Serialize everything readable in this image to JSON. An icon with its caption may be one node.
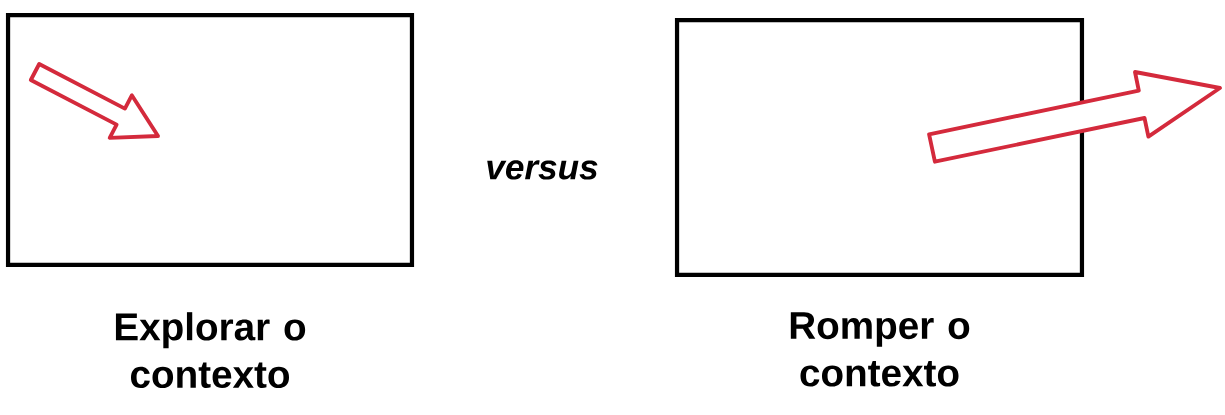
{
  "diagram": {
    "nodes": [
      {
        "text": [
          "Explorar o contexto"
        ]
      },
      {
        "text": [
          "Romper o contexto"
        ]
      }
    ],
    "labels": [
      "versus"
    ]
  }
}
